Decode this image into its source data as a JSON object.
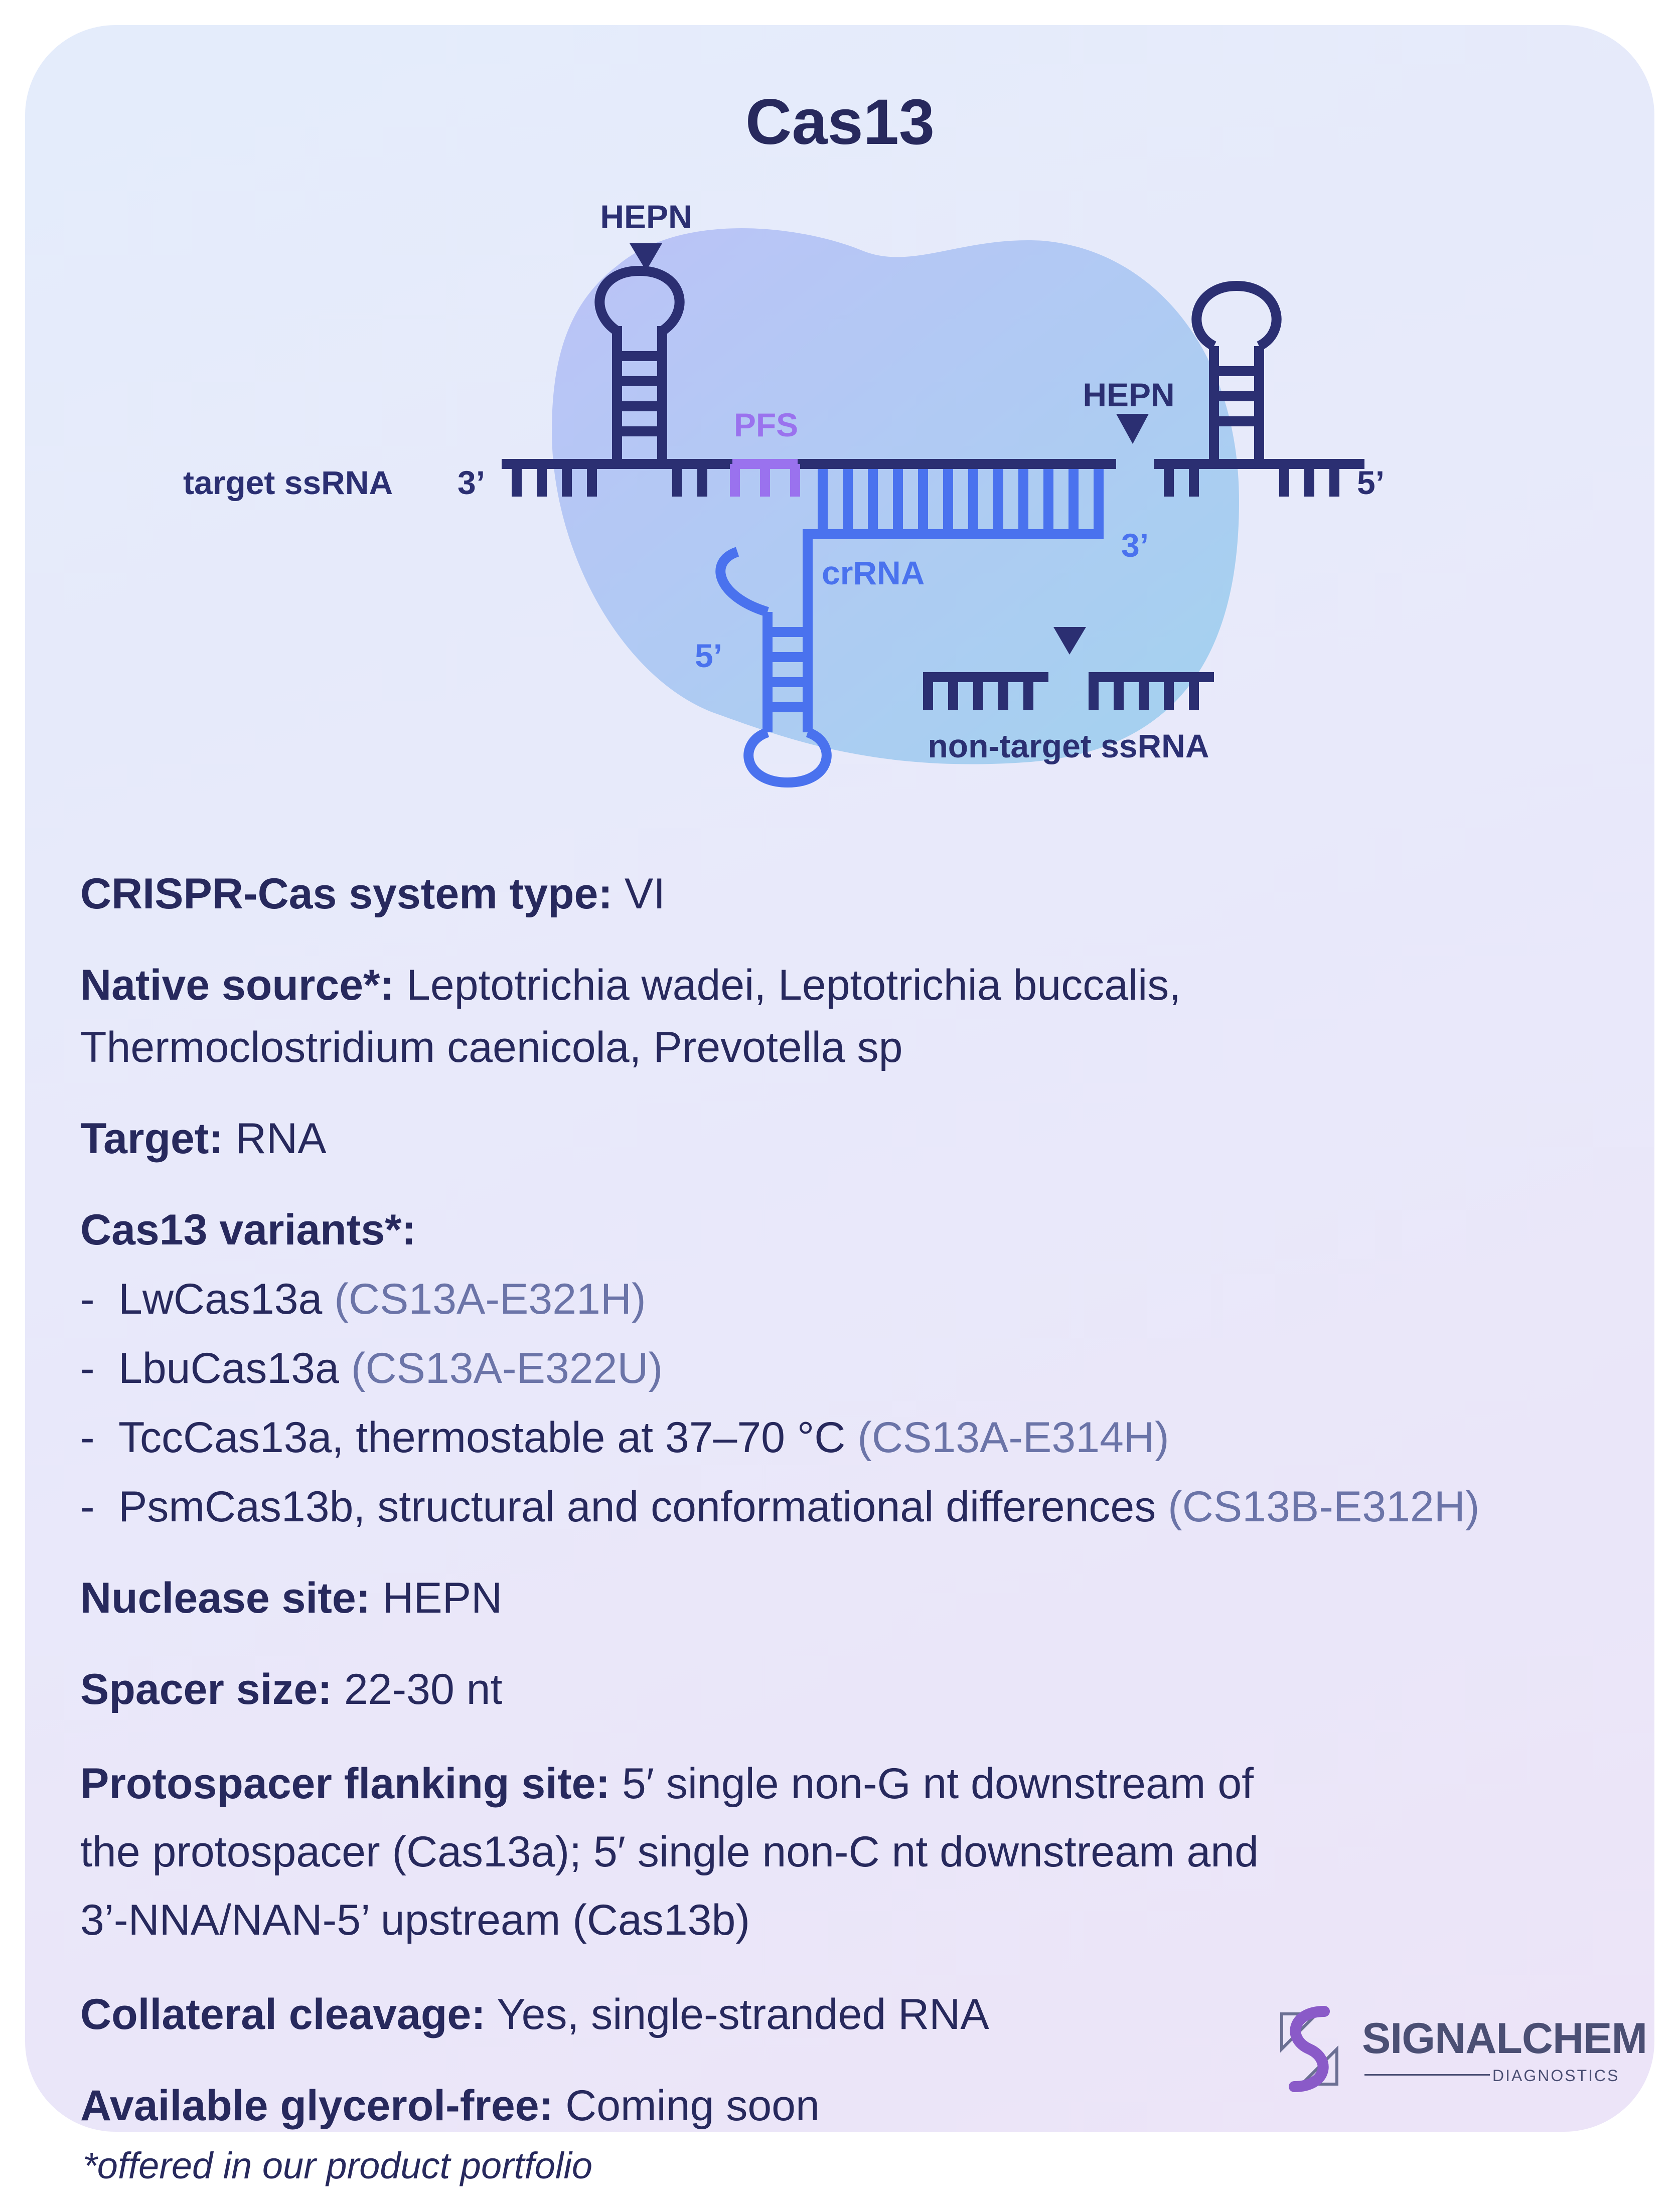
{
  "title": "Cas13",
  "diagram": {
    "hepn_top_label": "HEPN",
    "hepn_right_label": "HEPN",
    "pfs_label": "PFS",
    "target_label": "target ssRNA",
    "target_3prime": "3’",
    "target_5prime": "5’",
    "crrna_label": "crRNA",
    "crrna_3prime": "3’",
    "crrna_5prime": "5’",
    "nontarget_label": "non-target ssRNA",
    "colors": {
      "strand": "#2b2f72",
      "crrna": "#4a72ee",
      "pfs": "#9a72ee",
      "blob_top": "#b9c4f6",
      "blob_bottom": "#a6cdf0"
    }
  },
  "info": {
    "system_type": {
      "key": "CRISPR-Cas system type:",
      "value": " VI"
    },
    "native_source": {
      "key": "Native source*:",
      "value": " Leptotrichia wadei, Leptotrichia buccalis,",
      "value2": "Thermoclostridium caenicola, Prevotella sp"
    },
    "target": {
      "key": "Target:",
      "value": " RNA"
    },
    "variants_heading": "Cas13 variants*:",
    "variants": [
      {
        "dash": "-",
        "name": "LwCas13a ",
        "code": "(CS13A-E321H)"
      },
      {
        "dash": "-",
        "name": "LbuCas13a ",
        "code": "(CS13A-E322U)"
      },
      {
        "dash": "-",
        "name": "TccCas13a, thermostable at 37–70 °C ",
        "code": "(CS13A-E314H)"
      },
      {
        "dash": "-",
        "name": "PsmCas13b, structural and conformational differences ",
        "code": "(CS13B-E312H)"
      }
    ],
    "nuclease_site": {
      "key": "Nuclease site:",
      "value": " HEPN"
    },
    "spacer_size": {
      "key": "Spacer size:",
      "value": " 22-30 nt"
    },
    "pfs": {
      "key": "Protospacer flanking site:",
      "value": " 5′ single non-G nt downstream of",
      "value2": "the protospacer (Cas13a); 5′ single non-C nt downstream and",
      "value3": "3’-NNA/NAN-5’ upstream (Cas13b)"
    },
    "collateral": {
      "key": "Collateral cleavage:",
      "value": " Yes, single-stranded RNA"
    },
    "glycerol_free": {
      "key": "Available glycerol-free:",
      "value": " Coming soon"
    }
  },
  "logo": {
    "brand": "SIGNALCHEM",
    "sub": "DIAGNOSTICS"
  },
  "footnote": "*offered in our product portfolio"
}
